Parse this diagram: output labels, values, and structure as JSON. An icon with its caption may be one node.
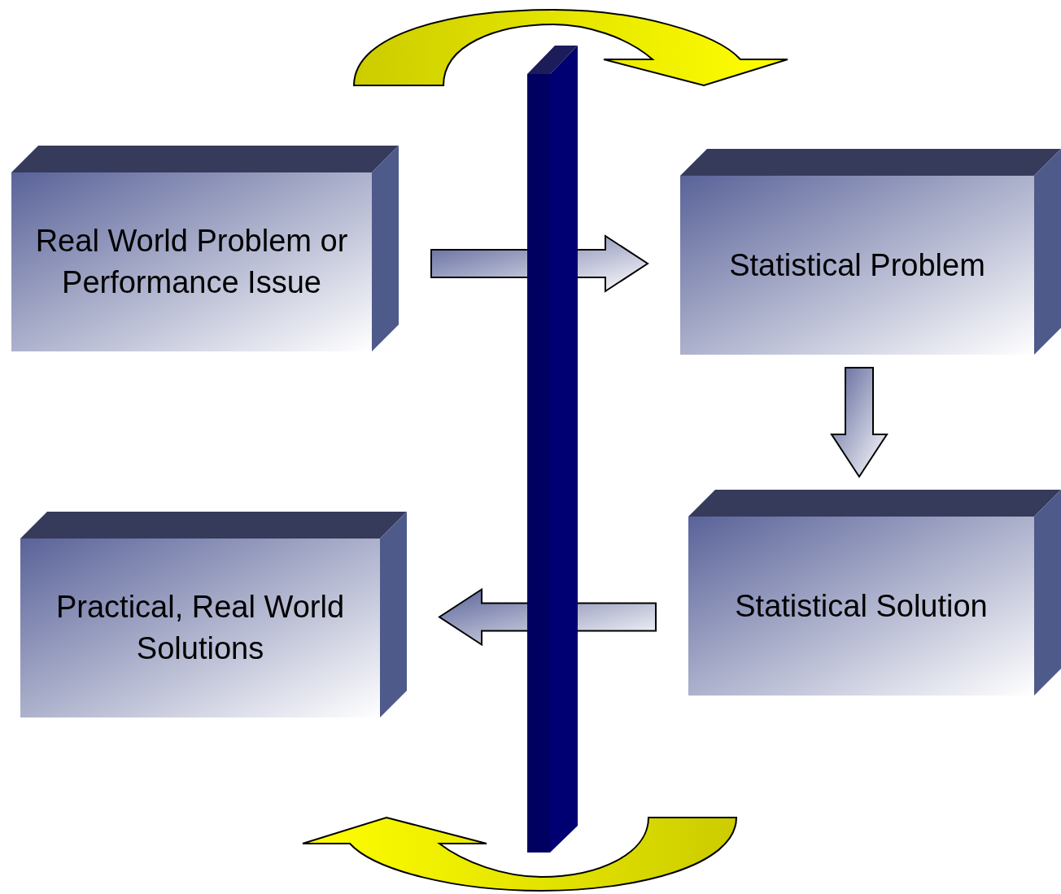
{
  "diagram": {
    "nodes": [
      {
        "text": [
          "Real World Problem or Performance Issue"
        ]
      },
      {
        "text": [
          "Statistical Problem"
        ]
      },
      {
        "text": [
          "Statistical Solution"
        ]
      },
      {
        "text": [
          "Practical, Real World Solutions"
        ]
      }
    ],
    "edges": [
      {
        "from": 0,
        "to": 1,
        "arrow": "to"
      },
      {
        "from": 1,
        "to": 2,
        "arrow": "to"
      },
      {
        "from": 2,
        "to": 3,
        "arrow": "to"
      }
    ]
  }
}
